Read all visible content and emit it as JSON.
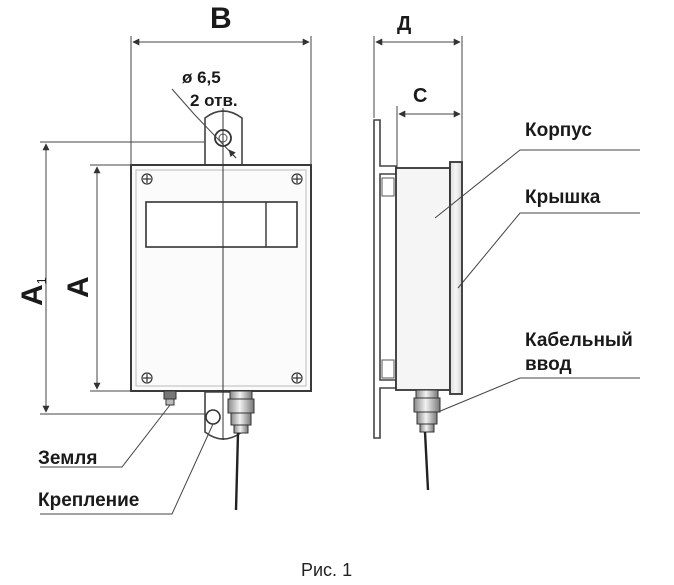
{
  "dimensions": {
    "B": "В",
    "D": "Д",
    "C": "С",
    "A": "А",
    "A1_main": "А",
    "A1_sub": "1",
    "hole_diameter": "ø 6,5",
    "hole_count": "2 отв."
  },
  "labels": {
    "body": "Корпус",
    "cover": "Крышка",
    "cable_entry_line1": "Кабельный",
    "cable_entry_line2": "ввод",
    "ground": "Земля",
    "mount": "Крепление"
  },
  "caption": "Рис. 1"
}
